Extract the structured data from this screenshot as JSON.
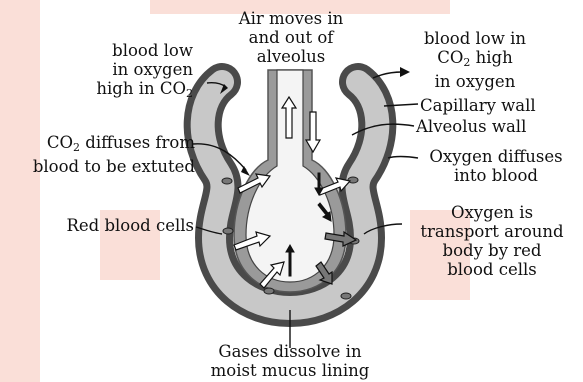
{
  "labels": {
    "air_moves": [
      "Air moves in",
      "and out of",
      "alveolus"
    ],
    "blood_low_oxygen": [
      "blood low",
      "in oxygen"
    ],
    "high_in": "high in CO",
    "co2_sub": "2",
    "blood_low_co2_line1": "blood low in",
    "co2_high_co": "CO",
    "co2_high_rest": " high",
    "in_oxygen": "in oxygen",
    "capillary_wall": "Capillary wall",
    "alveolus_wall": "Alveolus wall",
    "co2_diffuses_co": "CO",
    "co2_diffuses_rest": " diffuses from",
    "blood_extuted": "blood to be extuted",
    "oxygen_diffuses": [
      "Oxygen diffuses",
      "into blood"
    ],
    "red_blood_cells": "Red blood cells",
    "oxygen_transport": [
      "Oxygen is",
      "transport around",
      "body by red",
      "blood cells"
    ],
    "gases_dissolve": [
      "Gases dissolve in",
      "moist mucus lining"
    ]
  },
  "colors": {
    "capillary_dark": "#4a4a4a",
    "capillary_light": "#c8c8c8",
    "alveolus_wall": "#9a9a9a",
    "air_space": "#f4f4f4",
    "watermark": "#f4b9a9",
    "arrow_fill": "#ffffff",
    "text": "#111111"
  }
}
